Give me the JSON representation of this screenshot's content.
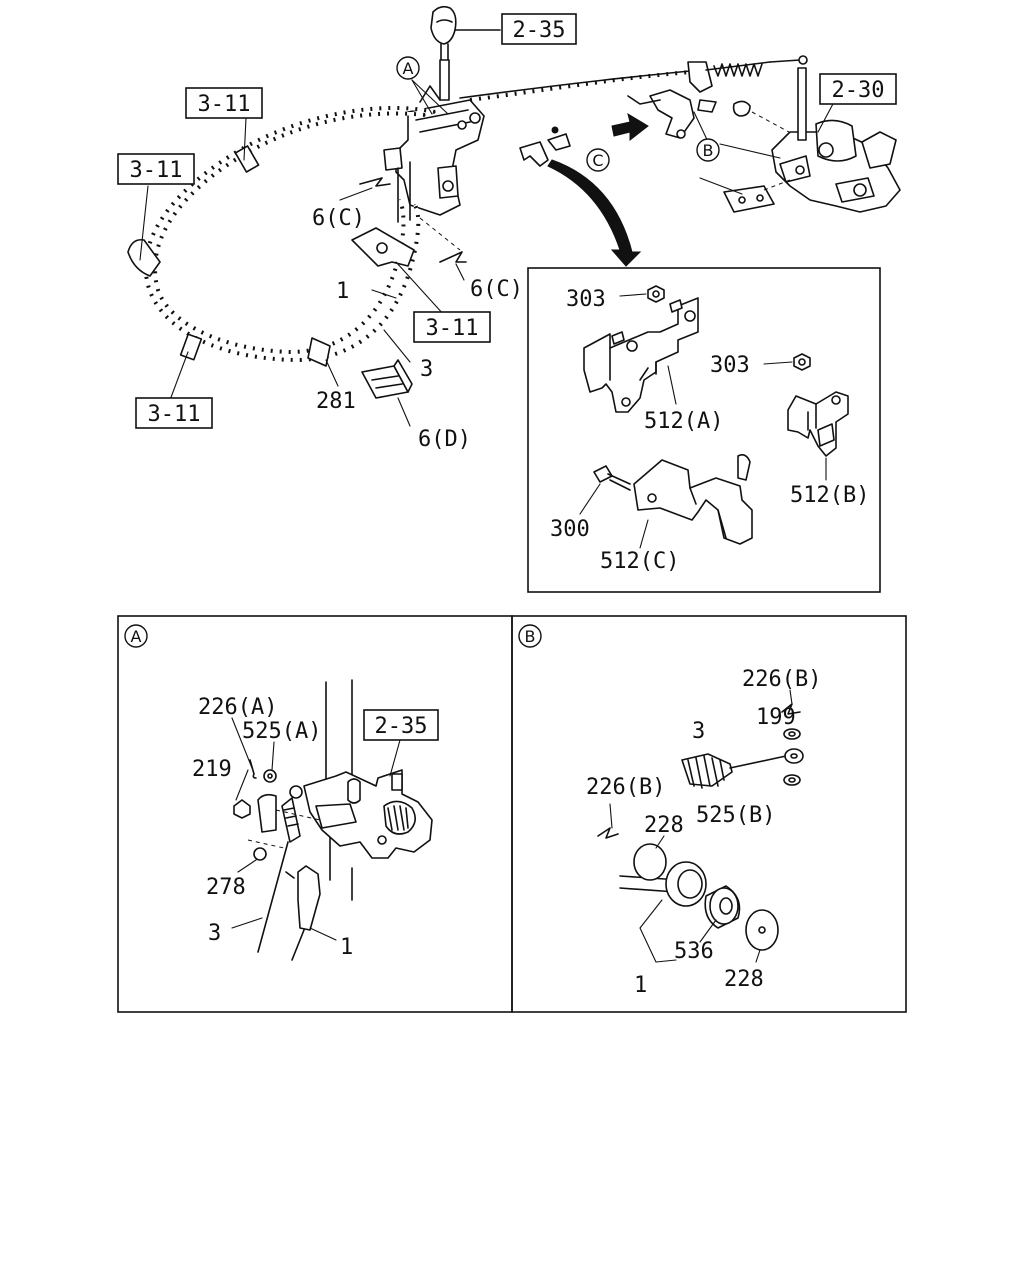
{
  "refs": {
    "ref_2_35_top": "2-35",
    "ref_2_30": "2-30",
    "ref_3_11_a": "3-11",
    "ref_3_11_b": "3-11",
    "ref_3_11_c": "3-11",
    "ref_3_11_d": "3-11",
    "ref_2_35_a": "2-35"
  },
  "callouts": {
    "A": "A",
    "B": "B",
    "C": "C"
  },
  "main": {
    "p_6c_1": "6(C)",
    "p_6c_2": "6(C)",
    "p_1": "1",
    "p_3": "3",
    "p_281": "281",
    "p_6d": "6(D)"
  },
  "detail_c": {
    "p_303_a": "303",
    "p_303_b": "303",
    "p_512a": "512(A)",
    "p_512b": "512(B)",
    "p_512c": "512(C)",
    "p_300": "300"
  },
  "detail_a": {
    "title": "A",
    "p_226a": "226(A)",
    "p_525a": "525(A)",
    "p_219": "219",
    "p_278": "278",
    "p_3": "3",
    "p_1": "1"
  },
  "detail_b": {
    "title": "B",
    "p_226b_top": "226(B)",
    "p_199": "199",
    "p_3": "3",
    "p_226b_left": "226(B)",
    "p_525b": "525(B)",
    "p_228_a": "228",
    "p_536": "536",
    "p_228_b": "228",
    "p_1": "1"
  }
}
